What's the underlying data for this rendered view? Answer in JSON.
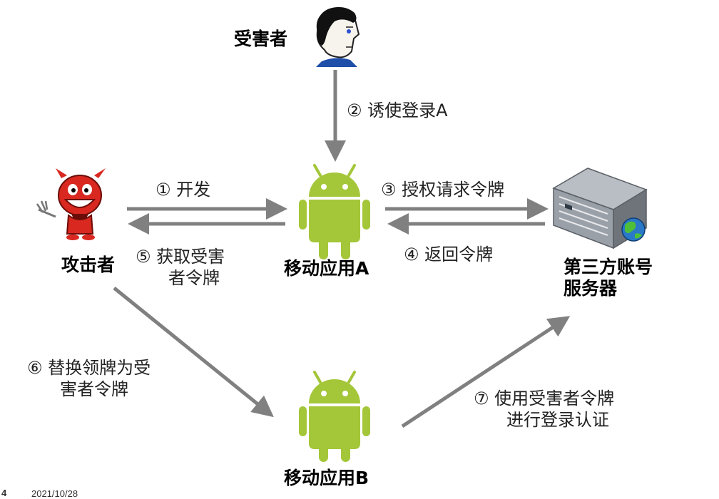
{
  "nodes": {
    "victim": "受害者",
    "attacker": "攻击者",
    "app_a": "移动应用A",
    "app_b": "移动应用B",
    "server_line1": "第三方账号",
    "server_line2": "服务器"
  },
  "steps": {
    "s1": "① 开发",
    "s2": "② 诱使登录A",
    "s3": "③ 授权请求令牌",
    "s4": "④ 返回令牌",
    "s5_line1": "⑤ 获取受害",
    "s5_line2": "者令牌",
    "s6_line1": "⑥ 替换领牌为受",
    "s6_line2": "害者令牌",
    "s7_line1": "⑦ 使用受害者令牌",
    "s7_line2": "进行登录认证"
  },
  "footer": {
    "page": "4",
    "date": "2021/10/28"
  },
  "colors": {
    "arrow": "#808080",
    "android_green": "#a4c639",
    "devil_red": "#d8281f",
    "server_gray": "#8a8f96"
  }
}
